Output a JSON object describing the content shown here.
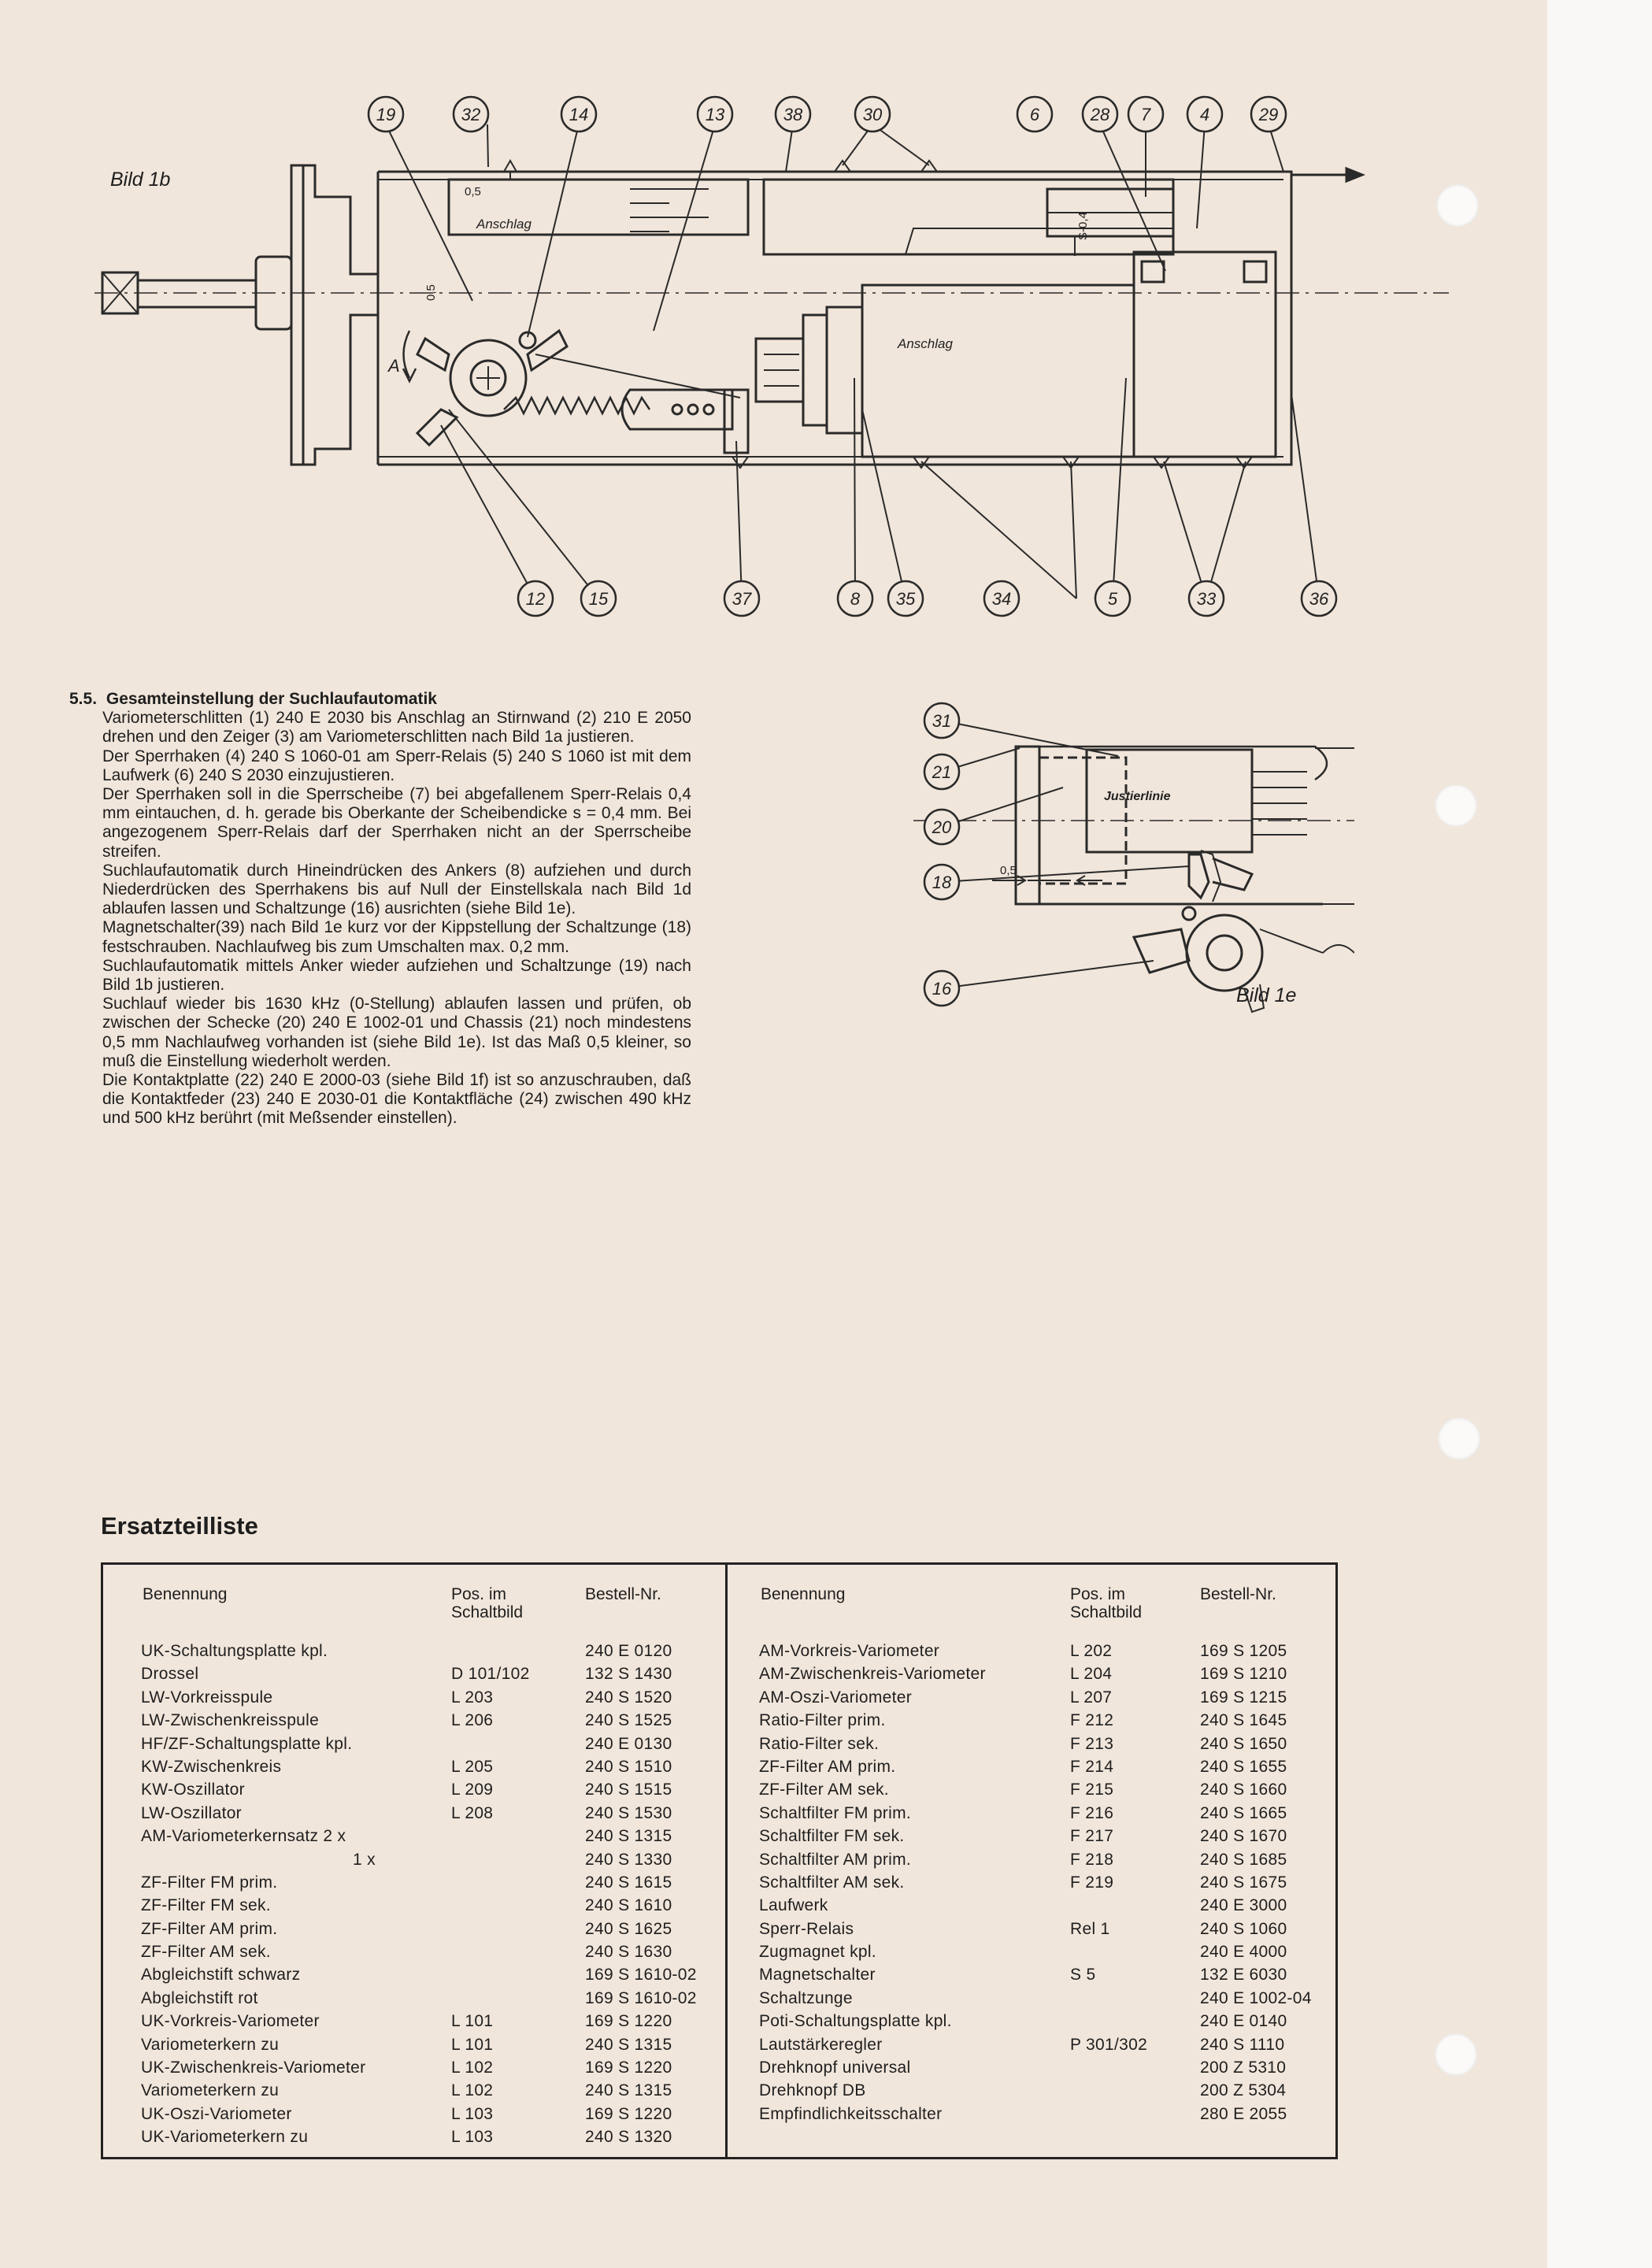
{
  "figure_1b": {
    "label": "Bild 1b",
    "callouts_top": [
      "19",
      "32",
      "14",
      "13",
      "38",
      "30",
      "6",
      "28",
      "7",
      "4",
      "29"
    ],
    "callouts_bottom": [
      "12",
      "15",
      "37",
      "8",
      "35",
      "34",
      "5",
      "33",
      "36"
    ],
    "annotations": {
      "anschlag_1": "Anschlag",
      "anschlag_2": "Anschlag",
      "dim_05": "0,5",
      "dim_s04": "S-0,4",
      "dim_05_v": "0,5",
      "letter_a": "A"
    }
  },
  "figure_1e": {
    "label": "Bild 1e",
    "callouts": [
      "31",
      "21",
      "20",
      "18",
      "16"
    ],
    "annotations": {
      "justierlinie": "Justierlinie",
      "dim_05": "0,5"
    }
  },
  "section_5_5": {
    "number": "5.5.",
    "title": "Gesamteinstellung der Suchlaufautomatik",
    "paragraphs": [
      "Variometerschlitten (1) 240 E 2030 bis Anschlag an Stirnwand (2) 210 E 2050 drehen und den Zeiger (3) am Variometerschlitten nach Bild 1a justieren.",
      "Der Sperrhaken (4) 240 S 1060-01 am Sperr-Relais (5) 240 S 1060 ist mit dem Laufwerk (6) 240 S 2030 einzujustieren.",
      "Der Sperrhaken soll in die Sperrscheibe (7) bei abgefallenem Sperr-Relais 0,4 mm eintauchen, d. h. gerade bis Oberkante der Scheibendicke s = 0,4 mm. Bei angezogenem Sperr-Relais darf der Sperrhaken nicht an der Sperrscheibe streifen.",
      "Suchlaufautomatik durch Hineindrücken des Ankers (8) aufziehen und durch Niederdrücken des Sperrhakens bis auf Null der Einstellskala nach Bild 1d ablaufen lassen und Schaltzunge (16) ausrichten (siehe Bild 1e).",
      "Magnetschalter(39) nach Bild 1e kurz vor der Kippstellung der Schaltzunge (18) festschrauben. Nachlaufweg bis zum Umschalten max. 0,2 mm.",
      "Suchlaufautomatik mittels Anker wieder aufziehen und Schaltzunge (19) nach Bild 1b justieren.",
      "Suchlauf wieder bis 1630 kHz (0-Stellung) ablaufen lassen und prüfen, ob zwischen der Schecke (20) 240 E 1002-01 und Chassis (21) noch mindestens 0,5 mm Nachlaufweg vorhanden ist (siehe Bild 1e). Ist das Maß 0,5 kleiner, so muß die Einstellung wiederholt werden.",
      "Die Kontaktplatte (22) 240 E 2000-03 (siehe Bild 1f) ist so anzuschrauben, daß die Kontaktfeder (23) 240 E 2030-01 die Kontaktfläche (24) zwischen 490 kHz und 500 kHz berührt (mit Meßsender einstellen)."
    ]
  },
  "parts_list": {
    "title": "Ersatzteilliste",
    "headers": {
      "name": "Benennung",
      "pos": "Pos. im Schaltbild",
      "order": "Bestell-Nr."
    },
    "left": [
      {
        "name": "UK-Schaltungsplatte kpl.",
        "pos": "",
        "order": "240 E 0120"
      },
      {
        "name": "Drossel",
        "pos": "D 101/102",
        "order": "132 S 1430"
      },
      {
        "name": "LW-Vorkreisspule",
        "pos": "L 203",
        "order": "240 S 1520"
      },
      {
        "name": "LW-Zwischenkreisspule",
        "pos": "L 206",
        "order": "240 S 1525"
      },
      {
        "name": "HF/ZF-Schaltungsplatte kpl.",
        "pos": "",
        "order": "240 E 0130"
      },
      {
        "name": "KW-Zwischenkreis",
        "pos": "L 205",
        "order": "240 S 1510"
      },
      {
        "name": "KW-Oszillator",
        "pos": "L 209",
        "order": "240 S 1515"
      },
      {
        "name": "LW-Oszillator",
        "pos": "L 208",
        "order": "240 S 1530"
      },
      {
        "name": "AM-Variometerkernsatz 2 x",
        "pos": "",
        "order": "240 S 1315"
      },
      {
        "name": "1 x",
        "pos": "",
        "order": "240 S 1330",
        "indent": true
      },
      {
        "name": "ZF-Filter FM prim.",
        "pos": "",
        "order": "240 S 1615"
      },
      {
        "name": "ZF-Filter FM sek.",
        "pos": "",
        "order": "240 S 1610"
      },
      {
        "name": "ZF-Filter AM prim.",
        "pos": "",
        "order": "240 S 1625"
      },
      {
        "name": "ZF-Filter AM sek.",
        "pos": "",
        "order": "240 S 1630"
      },
      {
        "name": "Abgleichstift schwarz",
        "pos": "",
        "order": "169 S 1610-02"
      },
      {
        "name": "Abgleichstift rot",
        "pos": "",
        "order": "169 S 1610-02"
      },
      {
        "name": "UK-Vorkreis-Variometer",
        "pos": "L 101",
        "order": "169 S 1220"
      },
      {
        "name": "Variometerkern zu",
        "pos": "L 101",
        "order": "240 S 1315"
      },
      {
        "name": "UK-Zwischenkreis-Variometer",
        "pos": "L 102",
        "order": "169 S 1220"
      },
      {
        "name": "Variometerkern zu",
        "pos": "L 102",
        "order": "240 S 1315"
      },
      {
        "name": "UK-Oszi-Variometer",
        "pos": "L 103",
        "order": "169 S 1220"
      },
      {
        "name": "UK-Variometerkern zu",
        "pos": "L 103",
        "order": "240 S 1320"
      }
    ],
    "right": [
      {
        "name": "AM-Vorkreis-Variometer",
        "pos": "L 202",
        "order": "169 S 1205"
      },
      {
        "name": "AM-Zwischenkreis-Variometer",
        "pos": "L 204",
        "order": "169 S 1210"
      },
      {
        "name": "AM-Oszi-Variometer",
        "pos": "L 207",
        "order": "169 S 1215"
      },
      {
        "name": "Ratio-Filter prim.",
        "pos": "F 212",
        "order": "240 S 1645"
      },
      {
        "name": "Ratio-Filter sek.",
        "pos": "F 213",
        "order": "240 S 1650"
      },
      {
        "name": "ZF-Filter AM prim.",
        "pos": "F 214",
        "order": "240 S 1655"
      },
      {
        "name": "ZF-Filter AM sek.",
        "pos": "F 215",
        "order": "240 S 1660"
      },
      {
        "name": "Schaltfilter FM prim.",
        "pos": "F 216",
        "order": "240 S 1665"
      },
      {
        "name": "Schaltfilter FM sek.",
        "pos": "F 217",
        "order": "240 S 1670"
      },
      {
        "name": "Schaltfilter AM prim.",
        "pos": "F 218",
        "order": "240 S 1685"
      },
      {
        "name": "Schaltfilter AM sek.",
        "pos": "F 219",
        "order": "240 S 1675"
      },
      {
        "name": "Laufwerk",
        "pos": "",
        "order": "240 E 3000"
      },
      {
        "name": "Sperr-Relais",
        "pos": "Rel 1",
        "order": "240 S 1060"
      },
      {
        "name": "Zugmagnet kpl.",
        "pos": "",
        "order": "240 E 4000"
      },
      {
        "name": "Magnetschalter",
        "pos": "S 5",
        "order": "132 E 6030"
      },
      {
        "name": "Schaltzunge",
        "pos": "",
        "order": "240 E 1002-04"
      },
      {
        "name": "Poti-Schaltungsplatte kpl.",
        "pos": "",
        "order": "240 E 0140"
      },
      {
        "name": "Lautstärkeregler",
        "pos": "P 301/302",
        "order": "240 S 1110"
      },
      {
        "name": "Drehknopf universal",
        "pos": "",
        "order": "200 Z 5310"
      },
      {
        "name": "Drehknopf DB",
        "pos": "",
        "order": "200 Z 5304"
      },
      {
        "name": "Empfindlichkeitsschalter",
        "pos": "",
        "order": "280 E 2055"
      }
    ]
  }
}
